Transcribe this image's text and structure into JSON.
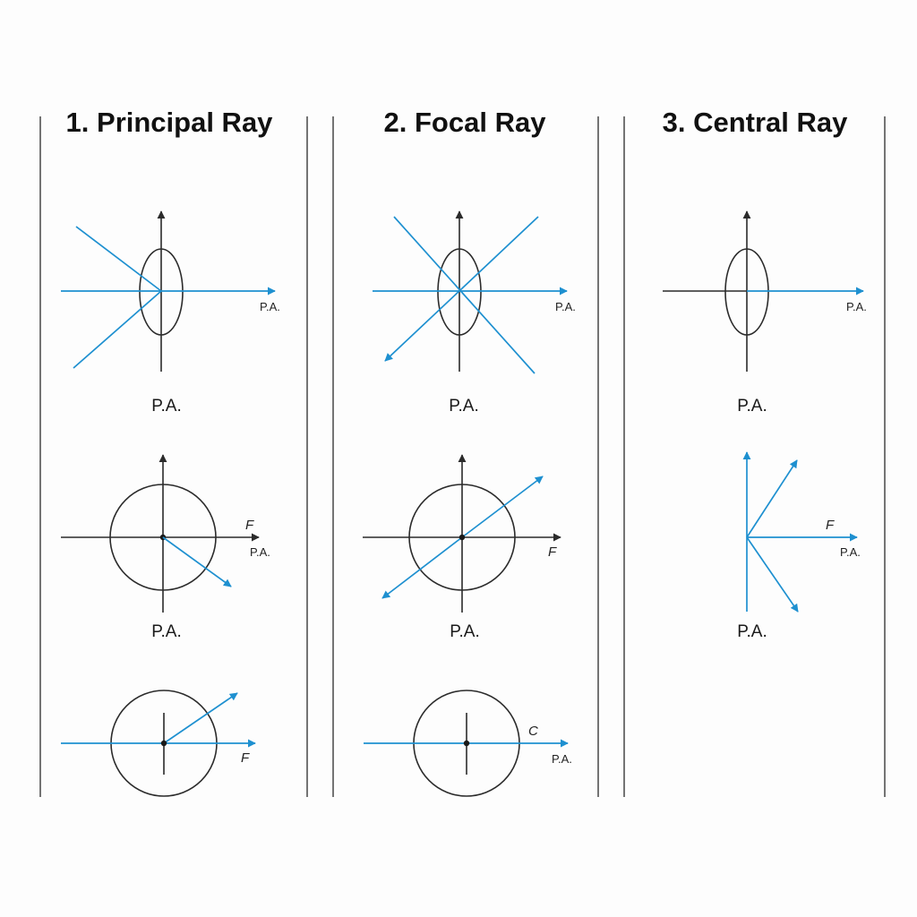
{
  "colors": {
    "ray": "#1e90d0",
    "ink": "#2b2b2b",
    "background": "#fdfdfd"
  },
  "columns": [
    {
      "title": "1. Principal Ray",
      "panels": [
        {
          "label_pa": "P.A.",
          "caption": "P.A."
        },
        {
          "label_f": "F",
          "label_pa": "P.A.",
          "caption": "P.A."
        },
        {
          "label_f": "F"
        }
      ]
    },
    {
      "title": "2. Focal Ray",
      "panels": [
        {
          "label_pa": "P.A.",
          "caption": "P.A."
        },
        {
          "label_f": "F",
          "caption": "P.A."
        },
        {
          "label_c": "C",
          "label_pa": "P.A."
        }
      ]
    },
    {
      "title": "3. Central Ray",
      "panels": [
        {
          "label_pa": "P.A.",
          "caption": "P.A."
        },
        {
          "label_f": "F",
          "label_pa": "P.A.",
          "caption": "P.A."
        }
      ]
    }
  ]
}
